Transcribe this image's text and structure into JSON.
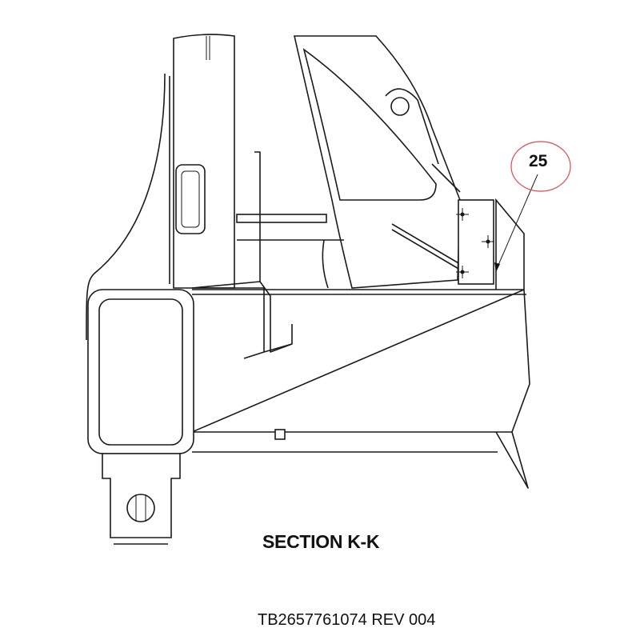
{
  "drawing": {
    "section_title": "SECTION K-K",
    "document_number": "TB2657761074 REV 004",
    "callout": {
      "label": "25",
      "circle_color": "#e04848"
    }
  }
}
